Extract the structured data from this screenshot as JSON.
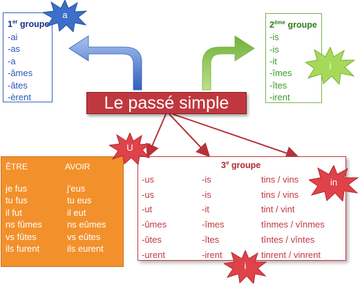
{
  "title": "Le passé simple",
  "group1": {
    "heading_main": "1",
    "heading_sup": "er",
    "heading_rest": " groupe",
    "endings": [
      "-ai",
      "-as",
      "-a",
      "-âmes",
      "-âtes",
      "-èrent"
    ]
  },
  "group2": {
    "heading_main": "2",
    "heading_sup": "ème",
    "heading_rest": " groupe",
    "endings": [
      "-is",
      "-is",
      "-it",
      "-îmes",
      "-îtes",
      "-irent"
    ]
  },
  "group3": {
    "heading_main": "3",
    "heading_sup": "e",
    "heading_rest": " groupe",
    "col1": [
      "-us",
      "-us",
      "-ut",
      "-ûmes",
      "-ûtes",
      "-urent"
    ],
    "col2": [
      "-is",
      "-is",
      "-it",
      "-îmes",
      "-îtes",
      "-irent"
    ],
    "col3": [
      "tins / vins",
      "tins / vins",
      "tint  / vint",
      "tînmes / vînmes",
      "tîntes / vîntes",
      "tinrent / vinrent"
    ]
  },
  "irregular": {
    "etre_heading": "ÊTRE",
    "avoir_heading": "AVOIR",
    "etre": [
      "je fus",
      "tu fus",
      "il fut",
      "ns fûmes",
      "vs fûtes",
      "ils furent"
    ],
    "avoir": [
      "j'eus",
      "tu eus",
      "il eut",
      "ns eûmes",
      "vs eûtes",
      "ils eurent"
    ]
  },
  "bursts": {
    "a": "a",
    "i_green": "i",
    "u": "U",
    "in": "in",
    "i_red": "i"
  },
  "colors": {
    "group1": "#2a55b8",
    "group2": "#3c9a2a",
    "group3": "#c0383f",
    "orange": "#f2912c",
    "title_bg": "#c0383f"
  }
}
